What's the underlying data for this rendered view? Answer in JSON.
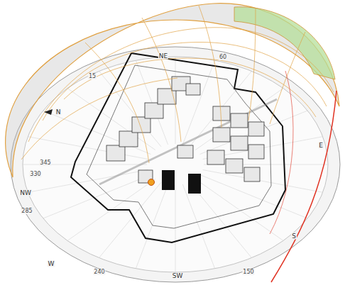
{
  "diagram": {
    "labels": [
      "N",
      "15",
      "NE",
      "60",
      "345",
      "330",
      "NW",
      "285",
      "W",
      "240",
      "SW",
      "150",
      "S",
      "E"
    ]
  }
}
